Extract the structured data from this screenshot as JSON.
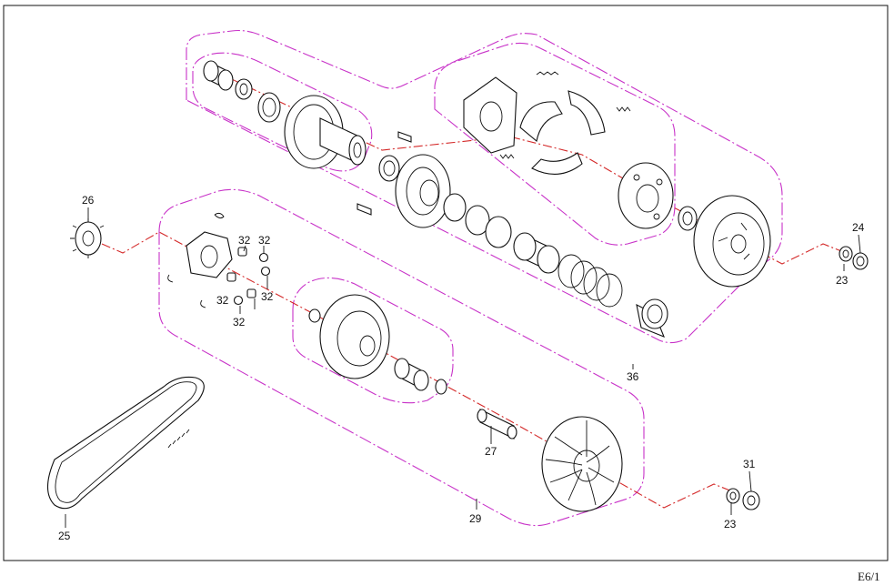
{
  "labels": {
    "n24": "24",
    "n23a": "23",
    "n23b": "23",
    "n26": "26",
    "n32a": "32",
    "n32b": "32",
    "n32c": "32",
    "n32d": "32",
    "n32e": "32",
    "n36": "36",
    "n27": "27",
    "n29": "29",
    "n31": "31",
    "n25": "25"
  },
  "page_code": "E6/1",
  "colors": {
    "group_outline": "#c832c8",
    "axis_line": "#d42a2a",
    "ink": "#111111"
  }
}
